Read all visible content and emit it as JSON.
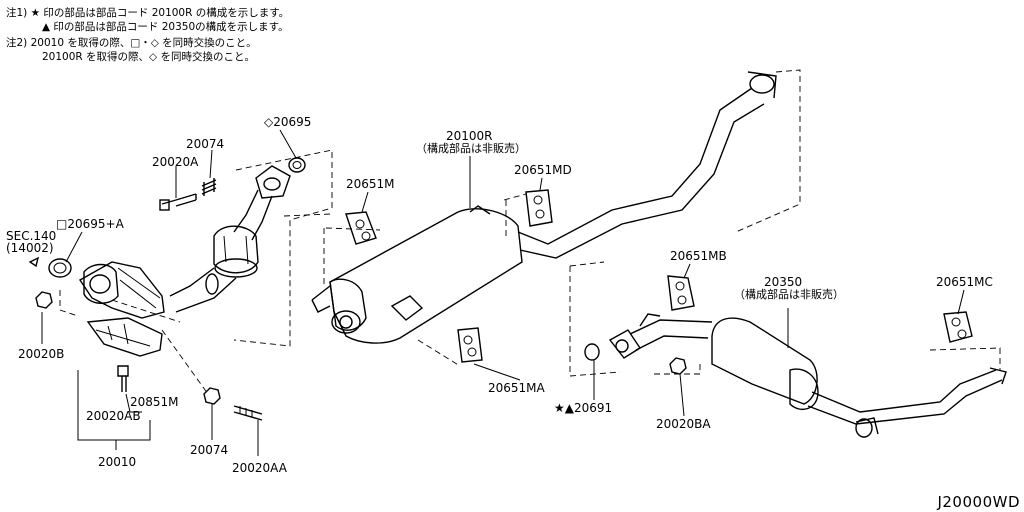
{
  "notes": [
    "注1) ★ 印の部品は部品コード 20100R の構成を示します。",
    "▲ 印の部品は部品コード 20350の構成を示します。",
    "注2) 20010 を取得の際、□・◇ を同時交換のこと。",
    "20100R を取得の際、◇ を同時交換のこと。"
  ],
  "callouts": {
    "p20695": "◇20695",
    "p20074_top": "20074",
    "p20020A": "20020A",
    "p20100R": "20100R",
    "p20100R_note": "（構成部品は非販売）",
    "p20651MD": "20651MD",
    "p20651M": "20651M",
    "sec_ref": "SEC.140",
    "sec_ref2": "(14002)",
    "p20695A": "□20695+A",
    "p20651MB": "20651MB",
    "p20350": "20350",
    "p20350_note": "（構成部品は非販売）",
    "p20651MC": "20651MC",
    "p20020B": "20020B",
    "p20851M": "20851M",
    "p20020AB": "20020AB",
    "p20010": "20010",
    "p20074_bot": "20074",
    "p20020AA": "20020AA",
    "p20651MA": "20651MA",
    "p20691": "★▲20691",
    "p20020BA": "20020BA"
  },
  "diagram_code": "J20000WD"
}
